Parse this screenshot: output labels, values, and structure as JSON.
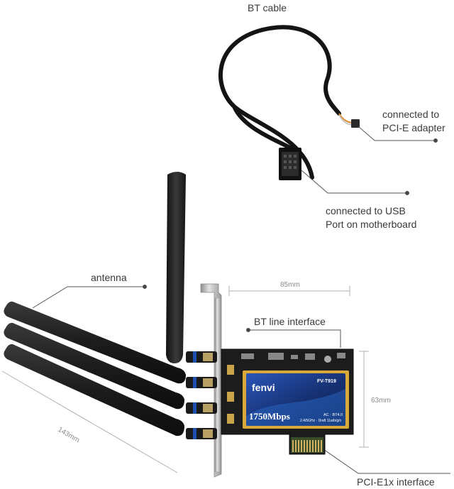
{
  "labels": {
    "bt_cable": "BT cable",
    "pcie_adapter_line1": "connected to",
    "pcie_adapter_line2": "PCI-E adapter",
    "usb_line1": "connected to USB",
    "usb_line2": "Port on motherboard",
    "antenna": "antenna",
    "bt_line_interface": "BT line interface",
    "pcie_interface": "PCI-E1x interface"
  },
  "dimensions": {
    "width": "85mm",
    "height": "63mm",
    "antenna_length": "143mm"
  },
  "card": {
    "brand": "fenvi",
    "model": "FV-T919",
    "speed": "1750Mbps",
    "spec_line1": "AC · BT4.0",
    "spec_line2": "2.4/5GHz · Draft 11a/b/g/n"
  },
  "colors": {
    "label": "#3a3a3a",
    "dimension": "#8a8a8a",
    "pcb": "#1c1c1c",
    "label_gold": "#d8a93a",
    "label_blue": "#1d3f8c",
    "antenna": "#222222",
    "connector_blue": "#1f4fae"
  }
}
